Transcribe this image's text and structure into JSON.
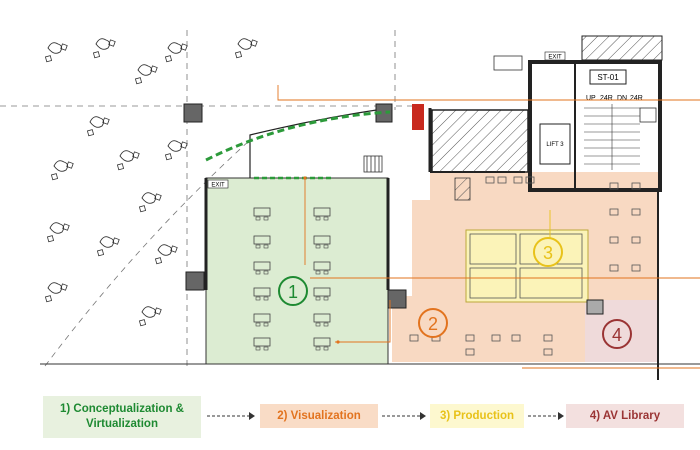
{
  "plan": {
    "exit_labels": [
      "EXIT",
      "EXIT"
    ],
    "stair_tag": "ST-01",
    "stair_notes": [
      "UP",
      "24R",
      "DN",
      "24R"
    ],
    "lift_label": "LIFT 3",
    "zone_markers": [
      {
        "number": "1",
        "color": "#1e8a32"
      },
      {
        "number": "2",
        "color": "#e2731e"
      },
      {
        "number": "3",
        "color": "#e8c21a"
      },
      {
        "number": "4",
        "color": "#9a3434"
      }
    ]
  },
  "legend": {
    "items": [
      {
        "line1": "1) Conceptualization &",
        "line2": "Virtualization",
        "color": "#1e8a32"
      },
      {
        "line1": "2) Visualization",
        "line2": "",
        "color": "#e2731e"
      },
      {
        "line1": "3) Production",
        "line2": "",
        "color": "#e8c21a"
      },
      {
        "line1": "4) AV Library",
        "line2": "",
        "color": "#9a3434"
      }
    ]
  },
  "colors": {
    "zone1_fill": "#dcecd2",
    "zone2_fill": "#f8d9c2",
    "zone3_fill": "#fbf3b8",
    "zone4_fill": "#efdada",
    "wall": "#222222",
    "leader": "#e2731e"
  }
}
